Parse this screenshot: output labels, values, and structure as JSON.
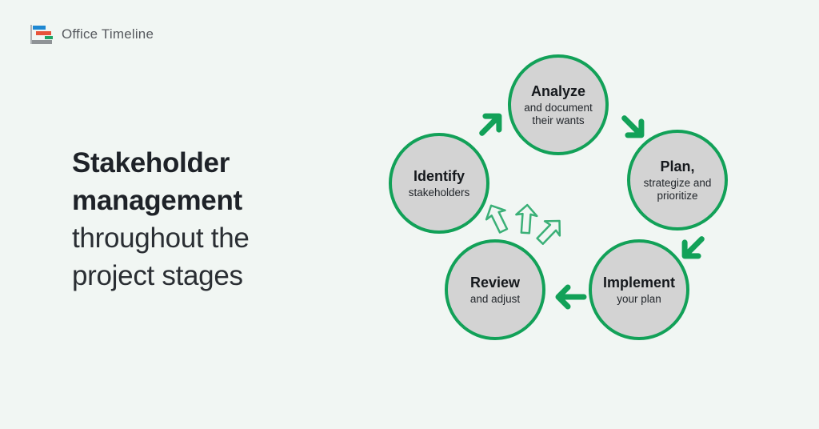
{
  "logo": {
    "text": "Office Timeline"
  },
  "headline": {
    "bold_line_1": "Stakeholder",
    "bold_line_2": "management",
    "regular_line_1": "throughout the",
    "regular_line_2": "project stages"
  },
  "cycle": {
    "stages": [
      {
        "id": "analyze",
        "title": "Analyze",
        "subtitle": "and document their wants"
      },
      {
        "id": "plan",
        "title": "Plan,",
        "subtitle": "strategize and prioritize"
      },
      {
        "id": "implement",
        "title": "Implement",
        "subtitle": "your plan"
      },
      {
        "id": "review",
        "title": "Review",
        "subtitle": "and adjust"
      },
      {
        "id": "identify",
        "title": "Identify",
        "subtitle": "stakeholders"
      }
    ]
  },
  "colors": {
    "background": "#f1f6f3",
    "accent_green": "#12a158",
    "light_green_outline": "#3bb077",
    "circle_fill": "#d3d3d3",
    "text_dark": "#1e2228",
    "logo_blue": "#1e88d2",
    "logo_orange": "#e8543b",
    "logo_green": "#1fa566",
    "logo_gray": "#8f9396"
  }
}
